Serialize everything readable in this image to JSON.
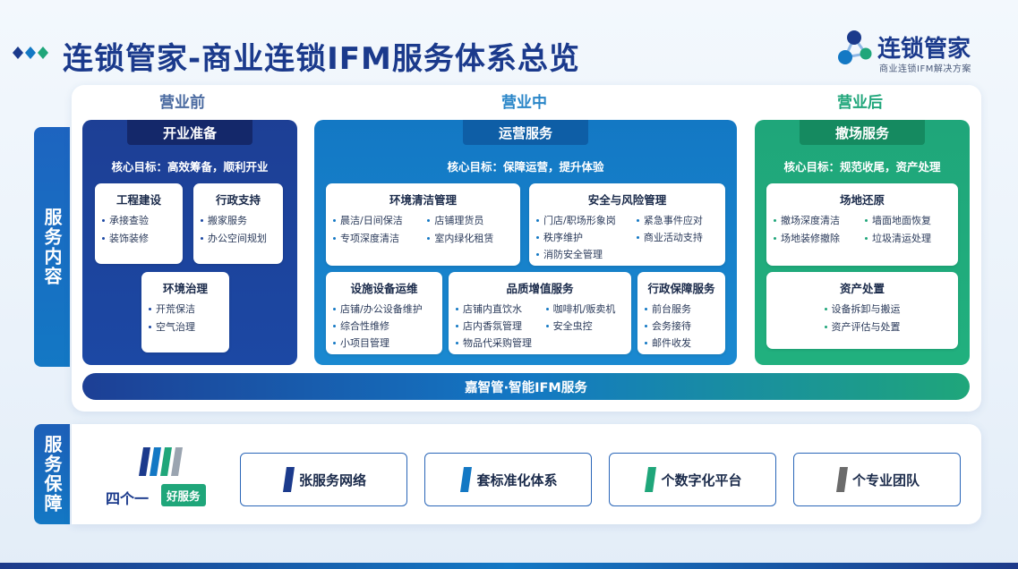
{
  "header": {
    "title": "连锁管家-商业连锁IFM服务体系总览",
    "logo_text": "连锁管家",
    "logo_sub": "商业连锁IFM解决方案"
  },
  "side_labels": {
    "content": "服务内容",
    "guarantee": "服务保障"
  },
  "phases": {
    "before": "营业前",
    "during": "营业中",
    "after": "营业后"
  },
  "columns": {
    "before": {
      "title": "开业准备",
      "goal": "核心目标：高效筹备，顺利开业",
      "cards": [
        {
          "title": "工程建设",
          "items": [
            "承接查验",
            "装饰装修"
          ]
        },
        {
          "title": "行政支持",
          "items": [
            "搬家服务",
            "办公空间规划"
          ]
        },
        {
          "title": "环境治理",
          "items": [
            "开荒保洁",
            "空气治理"
          ]
        }
      ]
    },
    "during": {
      "title": "运营服务",
      "goal": "核心目标：保障运营，提升体验",
      "cards": [
        {
          "title": "环境清洁管理",
          "items": [
            "晨洁/日间保洁",
            "店铺理货员",
            "专项深度清洁",
            "室内绿化租赁"
          ]
        },
        {
          "title": "安全与风险管理",
          "items": [
            "门店/职场形象岗",
            "紧急事件应对",
            "秩序维护",
            "商业活动支持",
            "消防安全管理"
          ]
        },
        {
          "title": "设施设备运维",
          "items": [
            "店铺/办公设备维护",
            "综合性维修",
            "小项目管理"
          ]
        },
        {
          "title": "品质增值服务",
          "items": [
            "店铺内直饮水",
            "咖啡机/贩卖机",
            "店内香氛管理",
            "安全虫控",
            "物品代采购管理"
          ]
        },
        {
          "title": "行政保障服务",
          "items": [
            "前台服务",
            "会务接待",
            "邮件收发"
          ]
        }
      ]
    },
    "after": {
      "title": "撤场服务",
      "goal": "核心目标：规范收尾，资产处理",
      "cards": [
        {
          "title": "场地还原",
          "items": [
            "撤场深度清洁",
            "墙面地面恢复",
            "场地装修撤除",
            "垃圾清运处理"
          ]
        },
        {
          "title": "资产处置",
          "items": [
            "设备拆卸与搬运",
            "资产评估与处置"
          ]
        }
      ]
    }
  },
  "ifm_bar": "嘉智管·智能IFM服务",
  "guarantee": {
    "logo_text": "四个一",
    "logo_badge": "好服务",
    "items": [
      {
        "text": "张服务网络",
        "color": "#1b3a8c"
      },
      {
        "text": "套标准化体系",
        "color": "#1378c4"
      },
      {
        "text": "个数字化平台",
        "color": "#1fa67a"
      },
      {
        "text": "个专业团队",
        "color": "#6b6b6b"
      }
    ]
  },
  "colors": {
    "navy": "#1b3a8c",
    "blue": "#1378c4",
    "green": "#1fa67a"
  }
}
